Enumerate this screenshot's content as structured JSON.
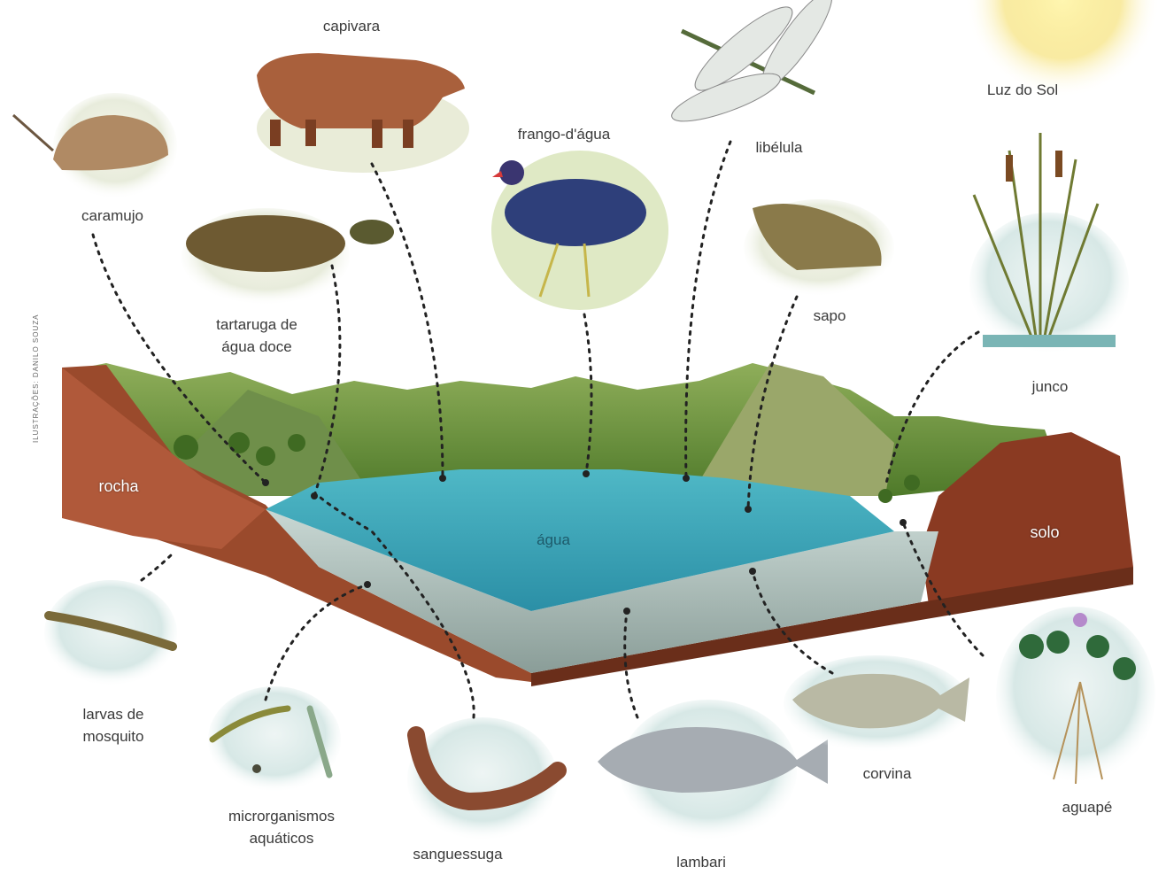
{
  "labels": {
    "capivara": "capivara",
    "luz_do_sol": "Luz do Sol",
    "frango_dagua": "frango-d'água",
    "libelula": "libélula",
    "caramujo": "caramujo",
    "tartaruga_line1": "tartaruga de",
    "tartaruga_line2": "água doce",
    "sapo": "sapo",
    "junco": "junco",
    "rocha": "rocha",
    "agua": "água",
    "solo": "solo",
    "larvas_line1": "larvas de",
    "larvas_line2": "mosquito",
    "micro_line1": "microrganismos",
    "micro_line2": "aquáticos",
    "sanguessuga": "sanguessuga",
    "lambari": "lambari",
    "corvina": "corvina",
    "aguape": "aguapé"
  },
  "credit": "ILUSTRAÇÕES: DANILO SOUZA",
  "colors": {
    "water": "#3aa6b8",
    "soil": "#8a3a22",
    "grass": "#7fa43c",
    "sun": "#f6e27a",
    "label": "#3a3a3a",
    "dash": "#222222"
  }
}
